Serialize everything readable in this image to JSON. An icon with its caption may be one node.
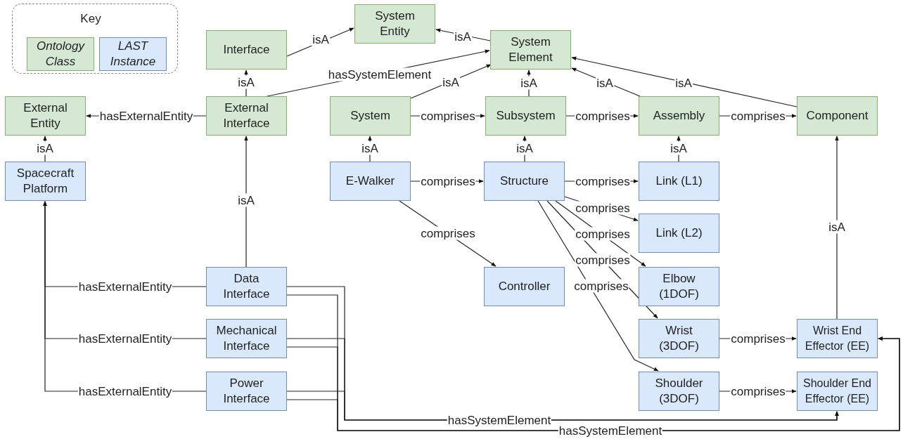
{
  "diagram": {
    "nodes": [
      {
        "text": [
          "Interface"
        ]
      },
      {
        "text": [
          "System Entity"
        ]
      },
      {
        "text": [
          "System Element"
        ]
      },
      {
        "text": [
          "External Entity"
        ]
      },
      {
        "text": [
          "External Interface"
        ]
      },
      {
        "text": [
          "System"
        ]
      },
      {
        "text": [
          "Subsystem"
        ]
      },
      {
        "text": [
          "Assembly"
        ]
      },
      {
        "text": [
          "Component"
        ]
      },
      {
        "text": [
          "Spacecraft Platform"
        ]
      },
      {
        "text": [
          "E-Walker"
        ]
      },
      {
        "text": [
          "Structure"
        ]
      },
      {
        "text": [
          "Link (L1)"
        ]
      },
      {
        "text": [
          "Link (L2)"
        ]
      },
      {
        "text": [
          "Controller"
        ]
      },
      {
        "text": [
          "Elbow (1DOF)"
        ]
      },
      {
        "text": [
          "Data Interface"
        ]
      },
      {
        "text": [
          "Mechanical Interface"
        ]
      },
      {
        "text": [
          "Wrist (3DOF)"
        ]
      },
      {
        "text": [
          "Wrist End Effector (EE)"
        ]
      },
      {
        "text": [
          "Power Interface"
        ]
      },
      {
        "text": [
          "Shoulder (3DOF)"
        ]
      },
      {
        "text": [
          "Shoulder End Effector (EE)"
        ]
      }
    ],
    "edges": [
      {
        "from": 0,
        "to": 1,
        "arrow": "to",
        "label": "isA"
      },
      {
        "from": 2,
        "to": 1,
        "arrow": "to",
        "label": "isA"
      },
      {
        "from": 4,
        "to": 0,
        "arrow": "to",
        "label": "isA"
      },
      {
        "from": 4,
        "to": 2,
        "arrow": "to",
        "label": "hasSystemElement"
      },
      {
        "from": 5,
        "to": 2,
        "arrow": "to",
        "label": "isA"
      },
      {
        "from": 6,
        "to": 2,
        "arrow": "to",
        "label": "isA"
      },
      {
        "from": 7,
        "to": 2,
        "arrow": "to",
        "label": "isA"
      },
      {
        "from": 8,
        "to": 2,
        "arrow": "to",
        "label": "isA"
      },
      {
        "from": 4,
        "to": 3,
        "arrow": "to",
        "label": "hasExternalEntity"
      },
      {
        "from": 5,
        "to": 6,
        "arrow": "to",
        "label": "comprises"
      },
      {
        "from": 6,
        "to": 7,
        "arrow": "to",
        "label": "comprises"
      },
      {
        "from": 7,
        "to": 8,
        "arrow": "to",
        "label": "comprises"
      },
      {
        "from": 9,
        "to": 3,
        "arrow": "to",
        "label": "isA"
      },
      {
        "from": 10,
        "to": 5,
        "arrow": "to",
        "label": "isA"
      },
      {
        "from": 11,
        "to": 6,
        "arrow": "to",
        "label": "isA"
      },
      {
        "from": 12,
        "to": 7,
        "arrow": "to",
        "label": "isA"
      },
      {
        "from": 10,
        "to": 11,
        "arrow": "to",
        "label": "comprises"
      },
      {
        "from": 11,
        "to": 12,
        "arrow": "to",
        "label": "comprises"
      },
      {
        "from": 11,
        "to": 13,
        "arrow": "to",
        "label": "comprises"
      },
      {
        "from": 11,
        "to": 15,
        "arrow": "to",
        "label": "comprises"
      },
      {
        "from": 11,
        "to": 18,
        "arrow": "to",
        "label": "comprises"
      },
      {
        "from": 11,
        "to": 21,
        "arrow": "to",
        "label": "comprises"
      },
      {
        "from": 10,
        "to": 14,
        "arrow": "to",
        "label": "comprises"
      },
      {
        "from": 16,
        "to": 4,
        "arrow": "to",
        "label": "isA"
      },
      {
        "from": 19,
        "to": 8,
        "arrow": "to",
        "label": "isA"
      },
      {
        "from": 16,
        "to": 9,
        "arrow": "to",
        "label": "hasExternalEntity"
      },
      {
        "from": 17,
        "to": 9,
        "arrow": "to",
        "label": "hasExternalEntity"
      },
      {
        "from": 20,
        "to": 9,
        "arrow": "to",
        "label": "hasExternalEntity"
      },
      {
        "from": 18,
        "to": 19,
        "arrow": "to",
        "label": "comprises"
      },
      {
        "from": 21,
        "to": 22,
        "arrow": "to",
        "label": "comprises"
      },
      {
        "from": 16,
        "to": 22,
        "arrow": "to",
        "label": "hasSystemElement"
      },
      {
        "from": 17,
        "to": 22,
        "arrow": "to"
      },
      {
        "from": 20,
        "to": 22,
        "arrow": "to"
      },
      {
        "from": 16,
        "to": 19,
        "arrow": "to",
        "label": "hasSystemElement"
      },
      {
        "from": 17,
        "to": 19,
        "arrow": "to"
      },
      {
        "from": 20,
        "to": 19,
        "arrow": "to"
      }
    ],
    "labels": [
      "Key"
    ],
    "legend": [
      {
        "text": "Ontology Class",
        "color": "#d5e8d4"
      },
      {
        "text": "LAST Instance",
        "color": "#dae8fc"
      }
    ]
  }
}
